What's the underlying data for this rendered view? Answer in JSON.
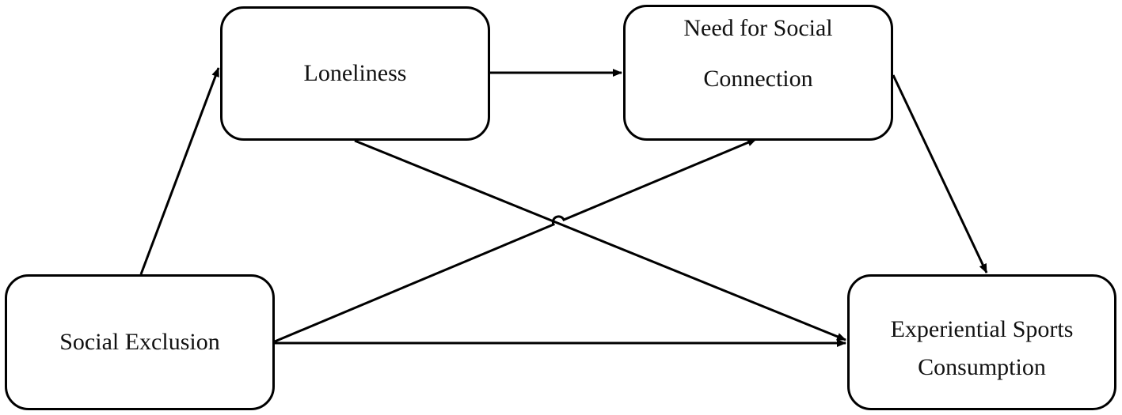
{
  "nodes": {
    "loneliness": {
      "line1": "Loneliness"
    },
    "need_for_social_connection": {
      "line1": "Need for Social",
      "line2": "Connection"
    },
    "social_exclusion": {
      "line1": "Social Exclusion"
    },
    "experiential_sports_consumption": {
      "line1": "Experiential Sports",
      "line2": "Consumption"
    }
  },
  "edges": [
    {
      "from": "social_exclusion",
      "to": "loneliness"
    },
    {
      "from": "loneliness",
      "to": "need_for_social_connection"
    },
    {
      "from": "need_for_social_connection",
      "to": "experiential_sports_consumption"
    },
    {
      "from": "social_exclusion",
      "to": "experiential_sports_consumption"
    },
    {
      "from": "loneliness",
      "to": "experiential_sports_consumption"
    },
    {
      "from": "social_exclusion",
      "to": "need_for_social_connection"
    }
  ]
}
